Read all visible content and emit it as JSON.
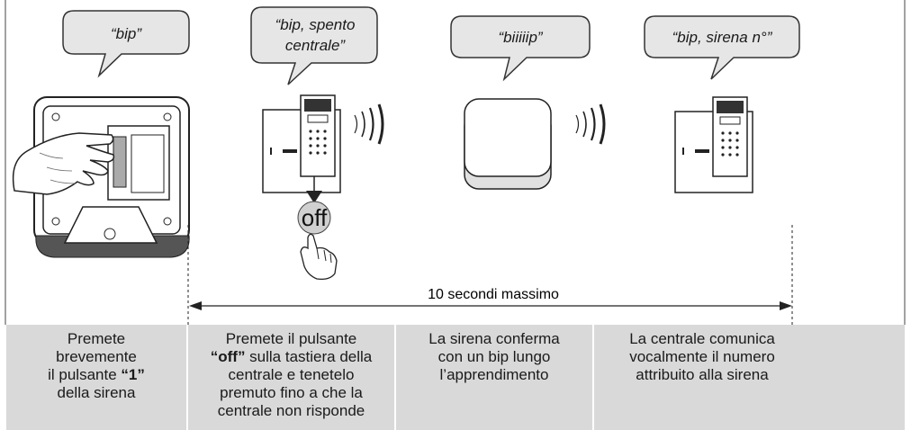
{
  "bubbles": [
    {
      "lines": [
        "“bip”"
      ]
    },
    {
      "lines": [
        "“bip, spento",
        "centrale”"
      ]
    },
    {
      "lines": [
        "“biiiiip”"
      ]
    },
    {
      "lines": [
        "“bip, sirena n°”"
      ]
    }
  ],
  "keypad_button": "off",
  "span_label": "10 secondi massimo",
  "steps": [
    {
      "pre": "Premete",
      "line2": "brevemente",
      "line3a": "il pulsante ",
      "bold": "“1”",
      "line4": "della sirena"
    },
    {
      "line1": "Premete il pulsante",
      "bold": "“off”",
      "line2b": " sulla tastiera della",
      "line3": "centrale e tenetelo",
      "line4": "premuto fino a che la",
      "line5": "centrale non risponde"
    },
    {
      "line1": "La sirena conferma",
      "line2": "con un bip lungo",
      "line3": "l’apprendimento"
    },
    {
      "line1": "La centrale comunica",
      "line2": "vocalmente il numero",
      "line3": "attribuito alla sirena"
    }
  ],
  "colors": {
    "panel": "#d9d9d9",
    "line": "#000000",
    "device": "#ffffff"
  }
}
